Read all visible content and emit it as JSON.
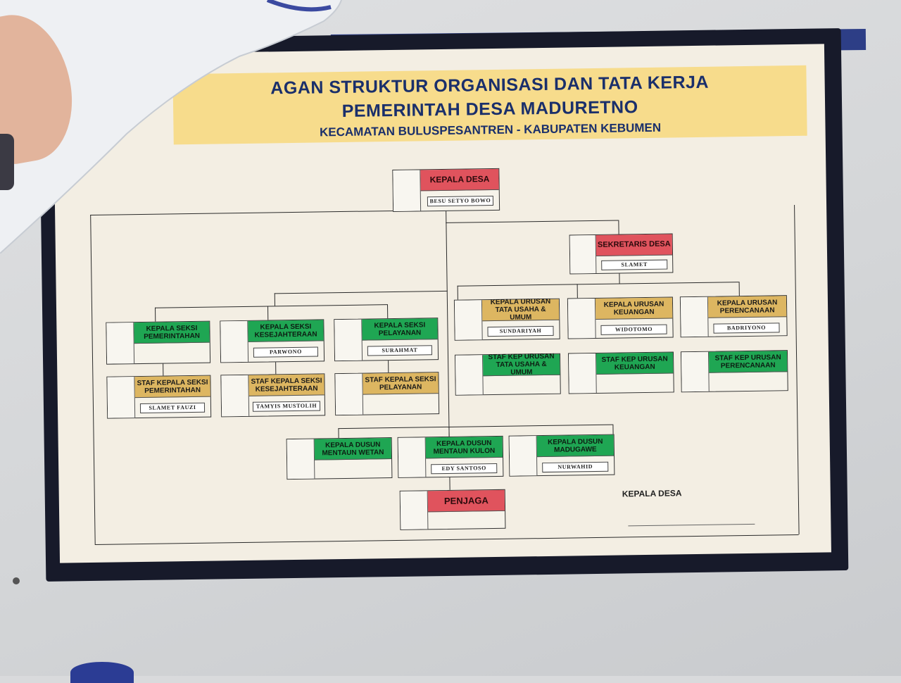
{
  "header": {
    "line1": "AGAN STRUKTUR ORGANISASI DAN TATA KERJA",
    "line2": "PEMERINTAH DESA MADURETNO",
    "line3": "KECAMATAN BULUSPESANTREN - KABUPATEN KEBUMEN"
  },
  "head": {
    "title": "KEPALA DESA",
    "name": "BESU SETYO BOWO"
  },
  "secretary": {
    "title": "SEKRETARIS DESA",
    "name": "SLAMET"
  },
  "sections": [
    {
      "title": "KEPALA SEKSI PEMERINTAHAN",
      "name": ""
    },
    {
      "title": "KEPALA SEKSI KESEJAHTERAAN",
      "name": "PARWONO"
    },
    {
      "title": "KEPALA SEKSI PELAYANAN",
      "name": "SURAHMAT"
    }
  ],
  "section_staff": [
    {
      "title": "STAF KEPALA SEKSI PEMERINTAHAN",
      "name": "SLAMET FAUZI"
    },
    {
      "title": "STAF KEPALA SEKSI KESEJAHTERAAN",
      "name": "TAMYIS MUSTOLIH"
    },
    {
      "title": "STAF KEPALA SEKSI PELAYANAN",
      "name": ""
    }
  ],
  "affairs": [
    {
      "title": "KEPALA URUSAN TATA USAHA & UMUM",
      "name": "SUNDARIYAH"
    },
    {
      "title": "KEPALA URUSAN KEUANGAN",
      "name": "WIDOTOMO"
    },
    {
      "title": "KEPALA URUSAN PERENCANAAN",
      "name": "BADRIYONO"
    }
  ],
  "affairs_staff": [
    {
      "title": "STAF KEP URUSAN TATA USAHA & UMUM",
      "name": ""
    },
    {
      "title": "STAF KEP URUSAN KEUANGAN",
      "name": ""
    },
    {
      "title": "STAF KEP URUSAN PERENCANAAN",
      "name": ""
    }
  ],
  "hamlets": [
    {
      "title": "KEPALA DUSUN MENTAUN WETAN",
      "name": ""
    },
    {
      "title": "KEPALA DUSUN MENTAUN KULON",
      "name": "EDY SANTOSO"
    },
    {
      "title": "KEPALA DUSUN MADUGAWE",
      "name": "NURWAHID"
    }
  ],
  "guard": {
    "title": "PENJAGA"
  },
  "signature": {
    "label": "KEPALA DESA"
  },
  "colors": {
    "green": "#1fa653",
    "yellow": "#ddb661",
    "red": "#e0535d",
    "title_band": "#f7dc8c",
    "title_text": "#1a2f6b"
  }
}
